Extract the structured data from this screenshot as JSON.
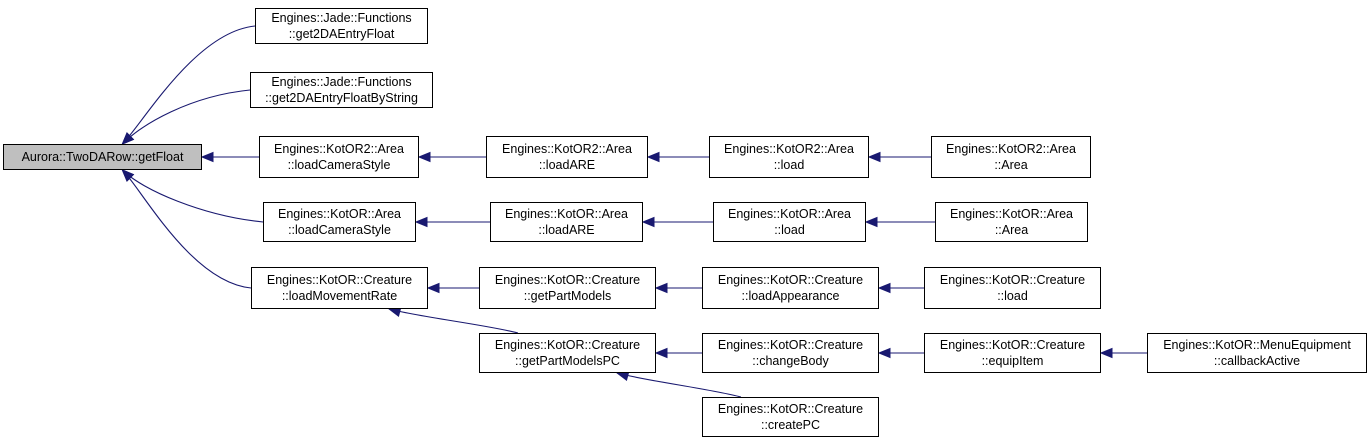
{
  "colors": {
    "edge": "#191970",
    "node_border": "#000000",
    "root_fill": "#bfbfbf",
    "node_fill": "#ffffff"
  },
  "nodes": {
    "root": {
      "lines": [
        "Aurora::TwoDARow::getFloat"
      ]
    },
    "jade_float": {
      "lines": [
        "Engines::Jade::Functions",
        "::get2DAEntryFloat"
      ]
    },
    "jade_floatstr": {
      "lines": [
        "Engines::Jade::Functions",
        "::get2DAEntryFloatByString"
      ]
    },
    "k2_cam": {
      "lines": [
        "Engines::KotOR2::Area",
        "::loadCameraStyle"
      ]
    },
    "k2_are": {
      "lines": [
        "Engines::KotOR2::Area",
        "::loadARE"
      ]
    },
    "k2_load": {
      "lines": [
        "Engines::KotOR2::Area",
        "::load"
      ]
    },
    "k2_area": {
      "lines": [
        "Engines::KotOR2::Area",
        "::Area"
      ]
    },
    "k1_cam": {
      "lines": [
        "Engines::KotOR::Area",
        "::loadCameraStyle"
      ]
    },
    "k1_are": {
      "lines": [
        "Engines::KotOR::Area",
        "::loadARE"
      ]
    },
    "k1_load": {
      "lines": [
        "Engines::KotOR::Area",
        "::load"
      ]
    },
    "k1_area": {
      "lines": [
        "Engines::KotOR::Area",
        "::Area"
      ]
    },
    "cr_move": {
      "lines": [
        "Engines::KotOR::Creature",
        "::loadMovementRate"
      ]
    },
    "cr_parts": {
      "lines": [
        "Engines::KotOR::Creature",
        "::getPartModels"
      ]
    },
    "cr_appear": {
      "lines": [
        "Engines::KotOR::Creature",
        "::loadAppearance"
      ]
    },
    "cr_load": {
      "lines": [
        "Engines::KotOR::Creature",
        "::load"
      ]
    },
    "cr_partspc": {
      "lines": [
        "Engines::KotOR::Creature",
        "::getPartModelsPC"
      ]
    },
    "cr_body": {
      "lines": [
        "Engines::KotOR::Creature",
        "::changeBody"
      ]
    },
    "cr_equip": {
      "lines": [
        "Engines::KotOR::Creature",
        "::equipItem"
      ]
    },
    "menu_cb": {
      "lines": [
        "Engines::KotOR::MenuEquipment",
        "::callbackActive"
      ]
    },
    "cr_createpc": {
      "lines": [
        "Engines::KotOR::Creature",
        "::createPC"
      ]
    }
  },
  "edges": [
    {
      "from": "jade_float",
      "to": "root"
    },
    {
      "from": "jade_floatstr",
      "to": "root"
    },
    {
      "from": "k2_cam",
      "to": "root"
    },
    {
      "from": "k1_cam",
      "to": "root"
    },
    {
      "from": "cr_move",
      "to": "root"
    },
    {
      "from": "k2_are",
      "to": "k2_cam"
    },
    {
      "from": "k2_load",
      "to": "k2_are"
    },
    {
      "from": "k2_area",
      "to": "k2_load"
    },
    {
      "from": "k1_are",
      "to": "k1_cam"
    },
    {
      "from": "k1_load",
      "to": "k1_are"
    },
    {
      "from": "k1_area",
      "to": "k1_load"
    },
    {
      "from": "cr_parts",
      "to": "cr_move"
    },
    {
      "from": "cr_partspc",
      "to": "cr_move"
    },
    {
      "from": "cr_appear",
      "to": "cr_parts"
    },
    {
      "from": "cr_load",
      "to": "cr_appear"
    },
    {
      "from": "cr_body",
      "to": "cr_partspc"
    },
    {
      "from": "cr_createpc",
      "to": "cr_partspc"
    },
    {
      "from": "cr_equip",
      "to": "cr_body"
    },
    {
      "from": "menu_cb",
      "to": "cr_equip"
    }
  ]
}
